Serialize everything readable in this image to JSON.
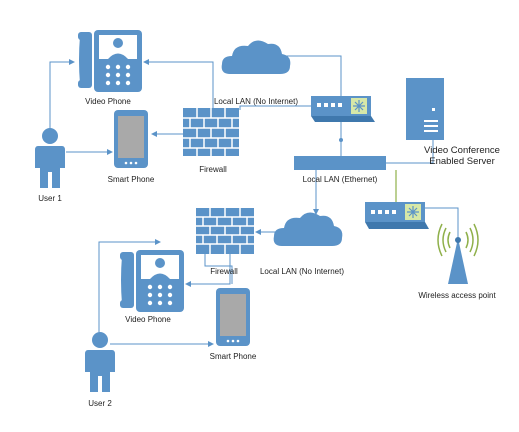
{
  "labels": {
    "video_phone_1": "Video Phone",
    "smart_phone_1": "Smart Phone",
    "user_1": "User 1",
    "firewall_1": "Firewall",
    "local_lan_1": "Local LAN (No Internet)",
    "local_lan_ethernet": "Local LAN (Ethernet)",
    "server_line1": "Video Conference",
    "server_line2": "Enabled Server",
    "firewall_2": "Firewall",
    "local_lan_2": "Local LAN (No Internet)",
    "video_phone_2": "Video Phone",
    "smart_phone_2": "Smart Phone",
    "user_2": "User 2",
    "wireless_ap": "Wireless access point"
  },
  "colors": {
    "device_blue": "#5b93c8",
    "link_green": "#8fb04a",
    "switch_port_green": "#d7e8a8"
  }
}
